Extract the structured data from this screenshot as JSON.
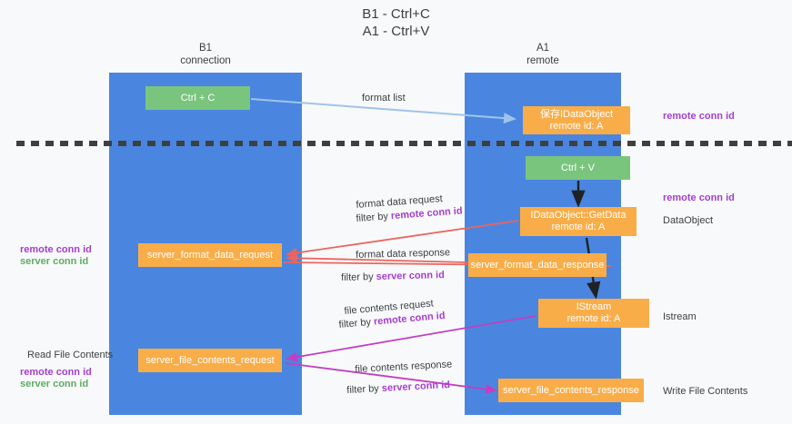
{
  "title": {
    "line1": "B1 - Ctrl+C",
    "line2": "A1 - Ctrl+V"
  },
  "lanes": [
    {
      "id": "b1",
      "name": "B1",
      "role": "connection"
    },
    {
      "id": "a1",
      "name": "A1",
      "role": "remote"
    }
  ],
  "nodes": {
    "ctrl_c": {
      "label": "Ctrl + C",
      "color": "#7ac57e"
    },
    "save_dataobject": {
      "line1": "保存IDataObject",
      "line2": "remote id: A",
      "color": "#f9ad48"
    },
    "ctrl_v": {
      "label": "Ctrl + V",
      "color": "#7ac57e"
    },
    "getdata": {
      "line1": "IDataObject::GetData",
      "line2": "remote id: A",
      "color": "#f9ad48"
    },
    "server_format_data_request": {
      "label": "server_format_data_request",
      "color": "#f9ad48"
    },
    "server_format_data_response": {
      "label": "server_format_data_response",
      "color": "#f9ad48"
    },
    "istream": {
      "line1": "IStream",
      "line2": "remote id: A",
      "color": "#f9ad48"
    },
    "server_file_contents_request": {
      "label": "server_file_contents_request",
      "color": "#f9ad48"
    },
    "server_file_contents_response": {
      "label": "server_file_contents_response",
      "color": "#f9ad48"
    }
  },
  "edge_labels": {
    "format_list": "format list",
    "format_data_request": "format data request",
    "format_data_request_filter_prefix": "filter by ",
    "format_data_request_filter_key": "remote conn id",
    "format_data_response": "format data response",
    "format_data_response_filter_prefix": "filter by ",
    "format_data_response_filter_key": "server conn id",
    "file_contents_request": "file contents request",
    "file_contents_request_filter_prefix": "filter by ",
    "file_contents_request_filter_key": "remote conn id",
    "file_contents_response": "file contents response",
    "file_contents_response_filter_prefix": "filter by ",
    "file_contents_response_filter_key": "server conn id"
  },
  "annotations": {
    "right_remote_conn_id_top": "remote conn id",
    "right_remote_conn_id_mid": "remote conn id",
    "right_dataobject": "DataObject",
    "right_istream": "Istream",
    "right_write_file_contents": "Write File Contents",
    "left_remote_conn_id_1": "remote conn id",
    "left_server_conn_id_1": "server conn id",
    "left_read_file_contents": "Read File Contents",
    "left_remote_conn_id_2": "remote conn id",
    "left_server_conn_id_2": "server conn id"
  },
  "colors": {
    "lane": "#4a86df",
    "green_node": "#7ac57e",
    "orange_node": "#f9ad48",
    "purple_key": "#a33fd0",
    "green_key": "#5fab63",
    "arrow_blue": "#9fc4ea",
    "arrow_red": "#e8665f",
    "arrow_magenta": "#c23fc2",
    "arrow_black": "#202124",
    "background": "#f8f9fa",
    "text": "#3c4043"
  }
}
